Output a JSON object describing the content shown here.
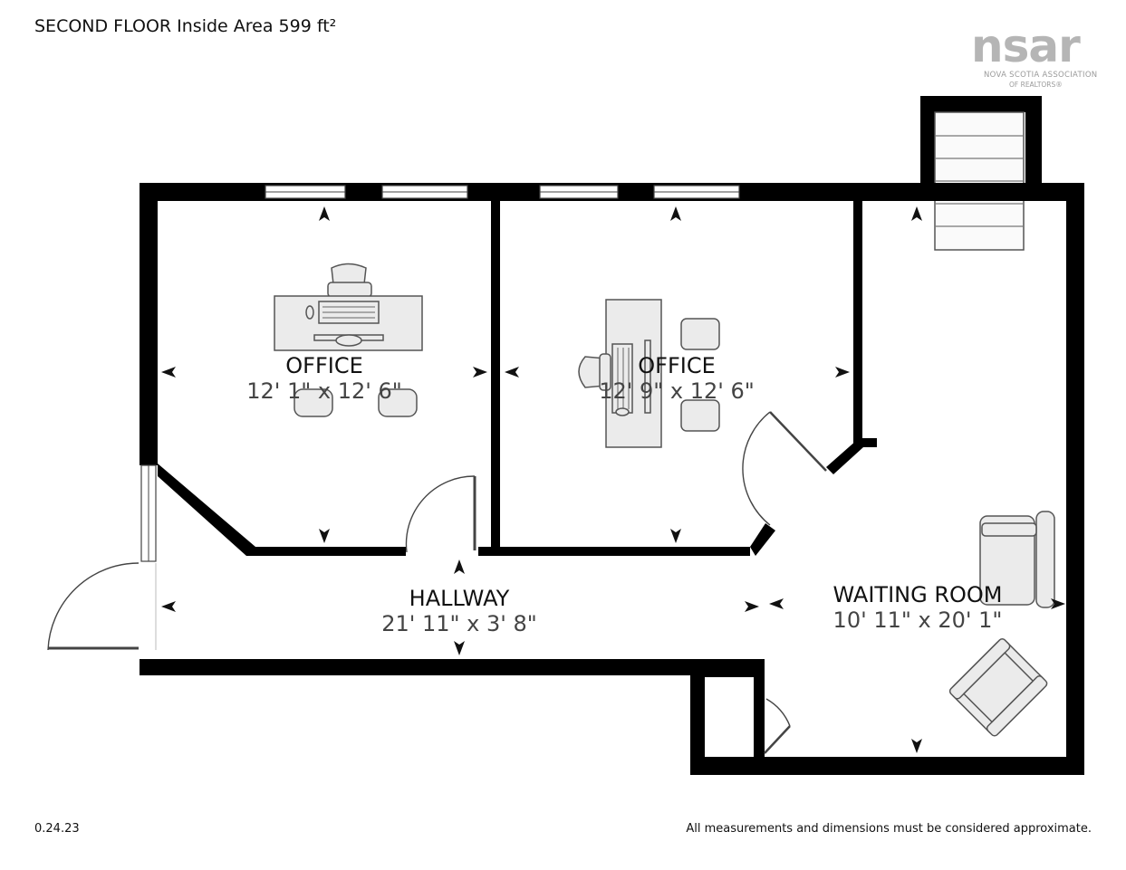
{
  "header": {
    "title": "SECOND FLOOR Inside Area 599 ft²"
  },
  "logo": {
    "main": "nsar",
    "line1": "NOVA SCOTIA ASSOCIATION",
    "line2": "OF REALTORS®"
  },
  "rooms": [
    {
      "name": "OFFICE",
      "dims": "12' 1\" x 12' 6\""
    },
    {
      "name": "OFFICE",
      "dims": "12' 9\" x 12' 6\""
    },
    {
      "name": "HALLWAY",
      "dims": "21' 11\" x 3' 8\""
    },
    {
      "name": "WAITING ROOM",
      "dims": "10' 11\" x 20' 1\""
    }
  ],
  "footer": {
    "version": "0.24.23",
    "disclaimer": "All measurements and dimensions must be considered approximate."
  }
}
